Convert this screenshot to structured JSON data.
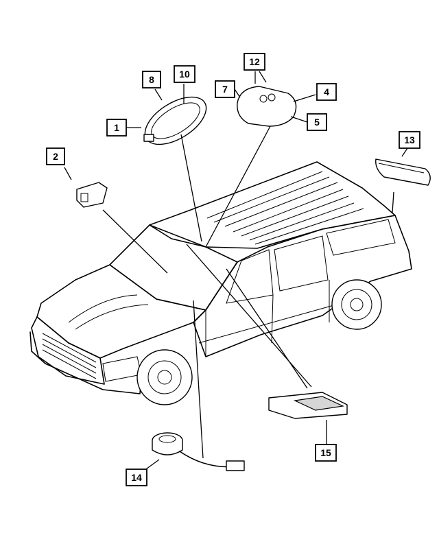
{
  "diagram": {
    "callouts": [
      "1",
      "2",
      "4",
      "5",
      "7",
      "8",
      "10",
      "12",
      "13",
      "14",
      "15"
    ]
  }
}
